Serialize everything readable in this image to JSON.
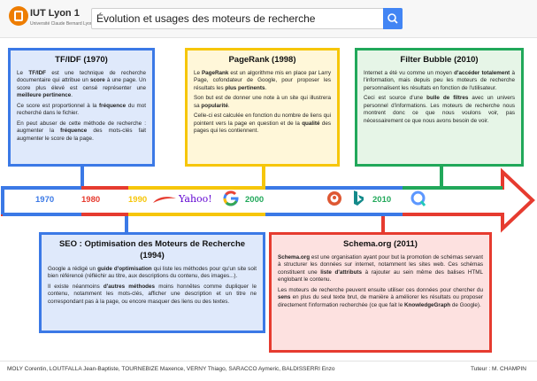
{
  "header": {
    "logo_title": "IUT Lyon 1",
    "logo_subtitle": "Université Claude Bernard Lyon 1",
    "search_query": "Évolution et usages des moteurs de recherche"
  },
  "timeline": {
    "years": [
      "1970",
      "1980",
      "1990",
      "2000",
      "2010"
    ],
    "brands": [
      "Yahoo!",
      "Google",
      "DuckDuckGo",
      "Bing",
      "Qwant"
    ],
    "colors": {
      "blue": "#3b79e6",
      "red": "#e63b2f",
      "yellow": "#f6c60a",
      "green": "#21a85a"
    }
  },
  "cards": {
    "tfidf": {
      "title": "TF/IDF (1970)",
      "p1": [
        {
          "t": "Le "
        },
        {
          "t": "TF/IDF",
          "b": true
        },
        {
          "t": " est une technique de recherche documentaire qui attribue un "
        },
        {
          "t": "score",
          "b": true
        },
        {
          "t": " à une page. Un score plus élevé est censé représenter une "
        },
        {
          "t": "meilleure pertinence",
          "b": true
        },
        {
          "t": "."
        }
      ],
      "p2": [
        {
          "t": "Ce score est proportionnel à la "
        },
        {
          "t": "fréquence",
          "b": true
        },
        {
          "t": " du mot recherché dans le fichier."
        }
      ],
      "p3": [
        {
          "t": "En peut abuser de cette méthode de recherche : augmenter la "
        },
        {
          "t": "fréquence",
          "b": true
        },
        {
          "t": " des mots-clés fait augmenter le score de la page."
        }
      ]
    },
    "pagerank": {
      "title": "PageRank (1998)",
      "p1": [
        {
          "t": "Le "
        },
        {
          "t": "PageRank",
          "b": true
        },
        {
          "t": " est un algorithme mis en place par Larry Page, cofondateur de Google, pour proposer les résultats les "
        },
        {
          "t": "plus pertinents",
          "b": true
        },
        {
          "t": "."
        }
      ],
      "p2": [
        {
          "t": "Son but est de donner une note à un site qui illustrera sa "
        },
        {
          "t": "popularité",
          "b": true
        },
        {
          "t": "."
        }
      ],
      "p3": [
        {
          "t": "Celle-ci est calculée en fonction du nombre de liens qui pointent vers la page en question et de la "
        },
        {
          "t": "qualité",
          "b": true
        },
        {
          "t": " des pages qui les contiennent."
        }
      ]
    },
    "filterbubble": {
      "title": "Filter Bubble (2010)",
      "p1": [
        {
          "t": "Internet a été vu comme un moyen "
        },
        {
          "t": "d'accéder totalement",
          "b": true
        },
        {
          "t": " à l'information, mais depuis peu les moteurs de recherche personnalisent les résultats en fonction de l'utilisateur."
        }
      ],
      "p2": [
        {
          "t": "Ceci est source d'une "
        },
        {
          "t": "bulle de filtres",
          "b": true
        },
        {
          "t": " avec un univers personnel d'informations. Les moteurs de recherche nous montrent donc ce que nous voulons voir, pas nécessairement ce que nous avons besoin de voir."
        }
      ]
    },
    "seo": {
      "title": "SEO : Optimisation des Moteurs de Recherche (1994)",
      "p1": [
        {
          "t": "Google a rédigé un "
        },
        {
          "t": "guide d'optimisation",
          "b": true
        },
        {
          "t": " qui liste les méthodes pour qu'un site soit bien référencé (réfléchir au titre, aux descriptions du contenu, des images...)."
        }
      ],
      "p2": [
        {
          "t": "Il existe néanmoins "
        },
        {
          "t": "d'autres méthodes",
          "b": true
        },
        {
          "t": " moins honnêtes comme dupliquer le contenu, notamment les mots-clés, afficher une description et un titre ne correspondant pas à la page, ou encore masquer des liens ou des textes."
        }
      ]
    },
    "schema": {
      "title": "Schema.org (2011)",
      "p1": [
        {
          "t": "Schema.org",
          "b": true
        },
        {
          "t": " est une organisation ayant pour but la promotion de schémas servant à structurer les données sur internet, notamment les sites web. Ces schémas constituent une "
        },
        {
          "t": "liste d'attributs",
          "b": true
        },
        {
          "t": " à rajouter au sein même des balises HTML englobant le contenu."
        }
      ],
      "p2": [
        {
          "t": "Les moteurs de recherche peuvent ensuite utiliser ces données pour chercher du "
        },
        {
          "t": "sens",
          "b": true
        },
        {
          "t": " en plus du seul texte brut, de manière à améliorer les résultats ou proposer directement l'information recherchée (ce que fait le "
        },
        {
          "t": "KnowledgeGraph",
          "b": true
        },
        {
          "t": " de Google)."
        }
      ]
    }
  },
  "footer": {
    "authors": "MOLY Corentin, LOUTFALLA Jean-Baptiste, TOURNEBIZE Maxence, VERNY Thiago, SARACCO Aymeric, BALDISSERRI Enzo",
    "tutor": "Tuteur : M. CHAMPIN"
  }
}
